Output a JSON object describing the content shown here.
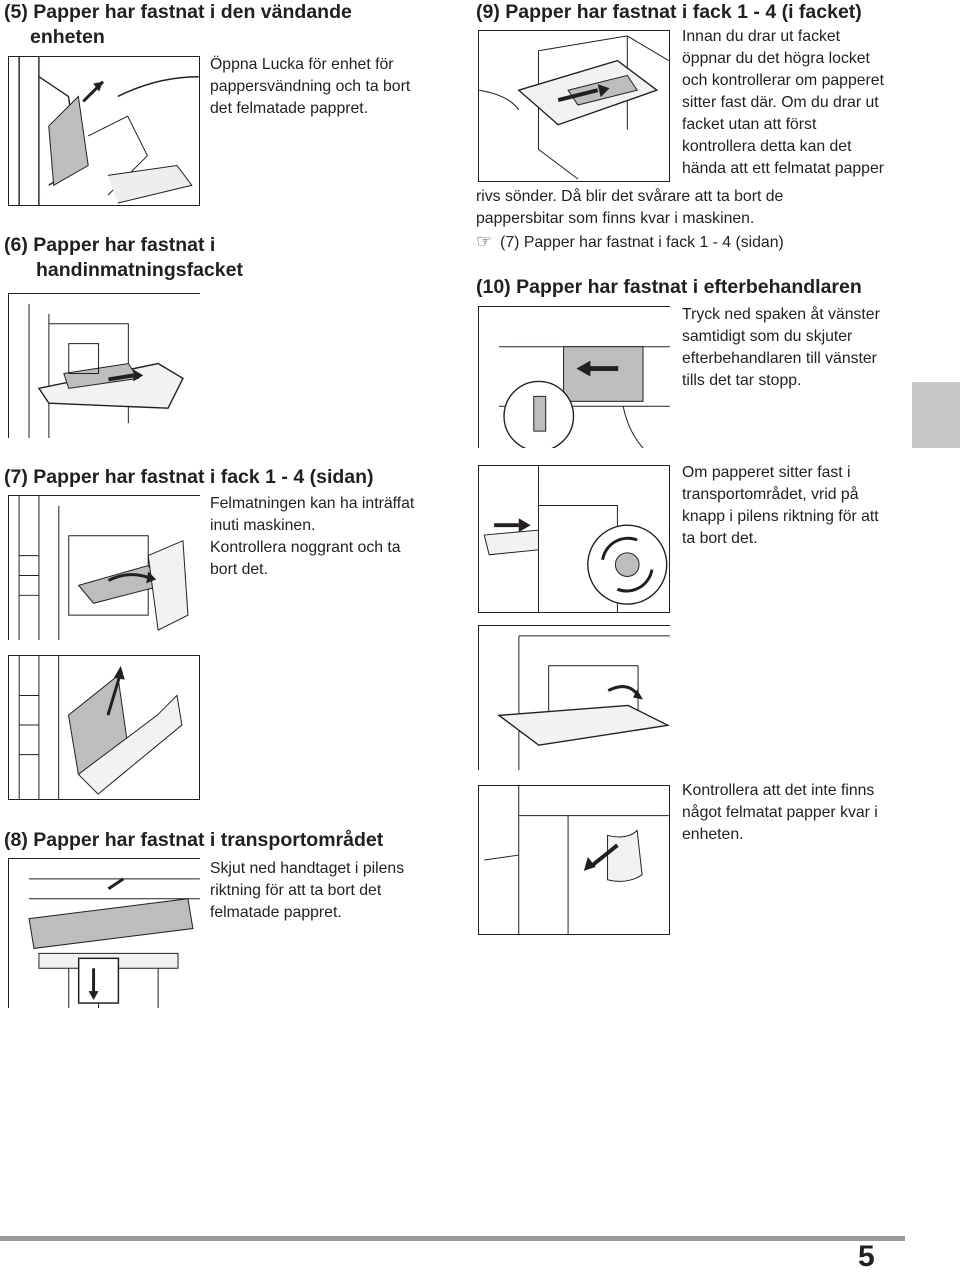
{
  "sections": {
    "s5": {
      "heading_line1": "(5) Papper har fastnat i den vändande",
      "heading_line2": "enheten",
      "body": [
        "Öppna Lucka för enhet för",
        "pappersvändning och ta bort",
        "det felmatade pappret."
      ]
    },
    "s6": {
      "heading_line1": "(6) Papper har fastnat i",
      "heading_line2": "handinmatningsfacket"
    },
    "s7": {
      "heading": "(7) Papper har fastnat i fack 1 - 4 (sidan)",
      "body": [
        "Felmatningen kan ha inträffat",
        "inuti maskinen.",
        "Kontrollera noggrant och ta",
        "bort det."
      ]
    },
    "s8": {
      "heading": "(8) Papper har fastnat i transportområdet",
      "body": [
        "Skjut ned handtaget i pilens",
        "riktning för att ta bort det",
        "felmatade pappret."
      ]
    },
    "s9": {
      "heading": "(9) Papper har fastnat i fack 1 - 4 (i facket)",
      "body_wrapped": [
        "Innan du drar ut facket",
        "öppnar du det högra locket",
        "och kontrollerar om papperet",
        "sitter fast där. Om du drar ut",
        "facket utan att först",
        "kontrollera detta kan det",
        "hända att ett felmatat papper"
      ],
      "body_full": [
        "rivs sönder. Då blir det svårare att ta bort de",
        "pappersbitar som finns kvar i maskinen."
      ],
      "reference_icon": "pointing-hand-icon",
      "reference": "(7) Papper har fastnat i fack 1 - 4 (sidan)"
    },
    "s10": {
      "heading": "(10) Papper har fastnat i efterbehandlaren",
      "body": [
        "Tryck ned spaken åt vänster",
        "samtidigt som du skjuter",
        "efterbehandlaren till vänster",
        "tills det tar stopp."
      ]
    },
    "transport_knob": {
      "body": [
        "Om papperet sitter fast i",
        "transportområdet, vrid på",
        "knapp i pilens riktning för att",
        "ta bort det."
      ]
    },
    "check_unit": {
      "body": [
        "Kontrollera att det inte finns",
        "något felmatat papper kvar i",
        "enheten."
      ]
    }
  },
  "page_number": "5",
  "colors": {
    "tab": "#c8c8c8",
    "footer_rule": "#9a9a9a",
    "text": "#231f20"
  }
}
